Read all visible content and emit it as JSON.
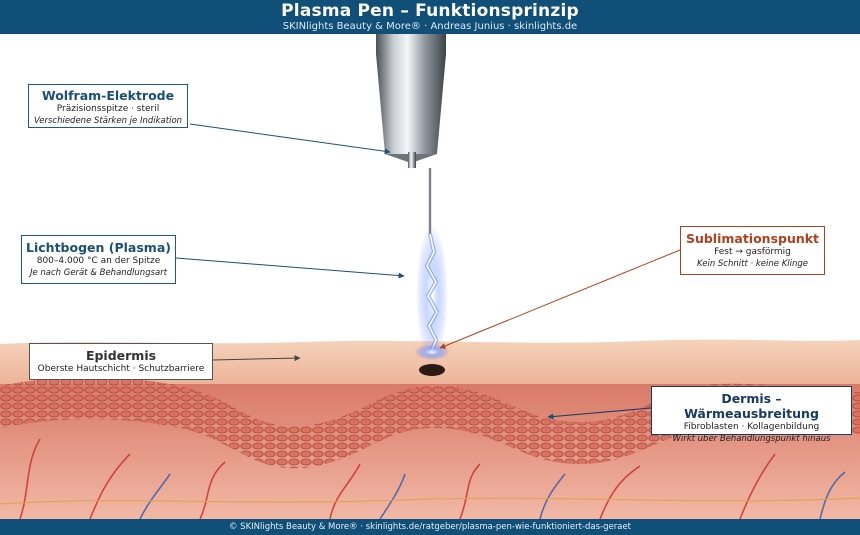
{
  "header": {
    "title": "Plasma Pen – Funktionsprinzip",
    "subtitle": "SKINlights Beauty & More®  ·  Andreas Junius  ·  skinlights.de"
  },
  "callouts": {
    "electrode": {
      "title": "Wolfram-Elektrode",
      "line1": "Präzisionsspitze · steril",
      "line2": "Verschiedene Stärken je Indikation"
    },
    "arc": {
      "title": "Lichtbogen (Plasma)",
      "line1": "800–4.000 °C an der Spitze",
      "line2": "Je nach Gerät & Behandlungsart"
    },
    "sublimation": {
      "title": "Sublimationspunkt",
      "line1": "Fest → gasförmig",
      "line2": "Kein Schnitt · keine Klinge"
    },
    "epidermis": {
      "title": "Epidermis",
      "line1": "Oberste Hautschicht · Schutzbarriere"
    },
    "dermis": {
      "title": "Dermis – Wärmeausbreitung",
      "line1": "Fibroblasten · Kollagenbildung",
      "line2": "Wirkt über Behandlungspunkt hinaus"
    }
  },
  "footer": {
    "text": "© SKINlights Beauty & More®  ·  skinlights.de/ratgeber/plasma-pen-wie-funktioniert-das-geraet"
  },
  "colors": {
    "header_bg": "#0f4f78",
    "callout_blue": "#1a5a84",
    "callout_red": "#b2401f",
    "callout_navy": "#1c3a66",
    "skin_epidermis": "#f1c2a6",
    "skin_dermis": "#e8a08c",
    "plasma": "#8fb8ff"
  }
}
